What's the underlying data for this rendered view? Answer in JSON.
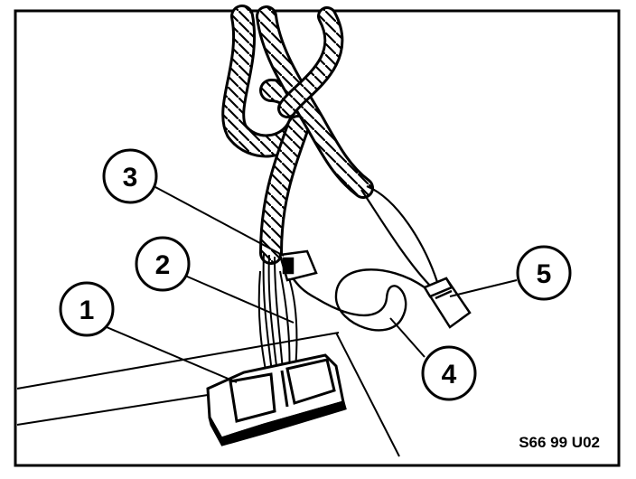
{
  "figure": {
    "reference_code": "S66 99 U02",
    "callouts": [
      {
        "id": "1",
        "label": "1"
      },
      {
        "id": "2",
        "label": "2"
      },
      {
        "id": "3",
        "label": "3"
      },
      {
        "id": "4",
        "label": "4"
      },
      {
        "id": "5",
        "label": "5"
      }
    ]
  }
}
